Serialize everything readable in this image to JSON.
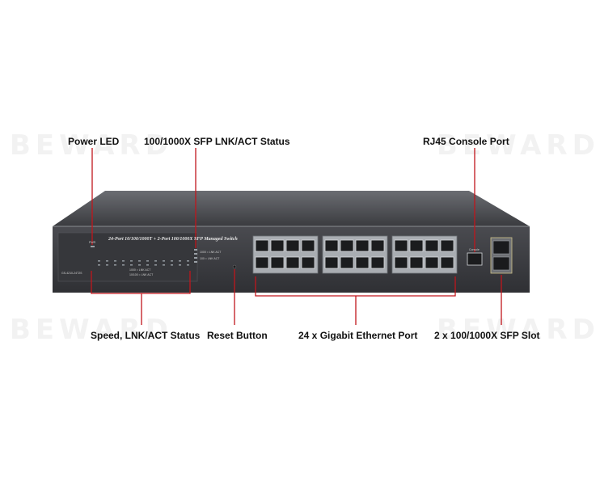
{
  "watermark": "BEWARD",
  "device": {
    "model_line": "24-Port 10/100/1000T + 2-Port 100/1000X SFP Managed Switch",
    "model_code": "GS-4210-24T2S",
    "console_label": "Console",
    "sfp_legend_1": "1000 = LNK ACT",
    "sfp_legend_2": "100 = LNK ACT",
    "speed_legend_1": "1000 = LNK ACT",
    "speed_legend_2": "10/100 = LNK ACT",
    "pwr_label": "PWR"
  },
  "callouts": {
    "power_led": "Power LED",
    "sfp_status": "100/1000X SFP LNK/ACT Status",
    "console_port": "RJ45 Console Port",
    "speed_status": "Speed, LNK/ACT Status",
    "reset_button": "Reset Button",
    "gigabit_ports": "24 x Gigabit Ethernet Port",
    "sfp_slot": "2 x 100/1000X SFP Slot"
  },
  "colors": {
    "callout_line": "#c0161c",
    "chassis": "#3d3e42",
    "chassis_top": "#5a5c61",
    "port_metal": "#c9ccd0"
  }
}
